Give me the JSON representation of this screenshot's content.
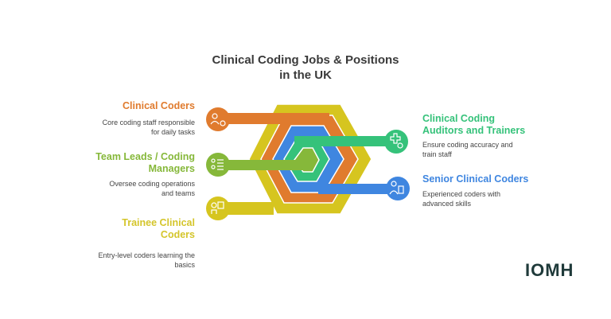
{
  "title_lines": [
    "Clinical Coding Jobs & Positions",
    "in the UK"
  ],
  "items": [
    {
      "title": "Clinical Coders",
      "description_lines": [
        "Core coding staff responsible",
        "for daily tasks"
      ],
      "color": "#E07B2E",
      "icon": "coder-icon"
    },
    {
      "title_lines": [
        "Team Leads / Coding",
        "Managers"
      ],
      "description_lines": [
        "Oversee coding operations",
        "and teams"
      ],
      "color": "#86B83A",
      "icon": "team-list-icon"
    },
    {
      "title_lines": [
        "Trainee Clinical",
        "Coders"
      ],
      "description_lines": [
        "Entry-level coders learning the",
        "basics"
      ],
      "color": "#D6C51F",
      "icon": "trainee-icon"
    },
    {
      "title_lines": [
        "Clinical Coding",
        "Auditors and Trainers"
      ],
      "description_lines": [
        "Ensure coding accuracy and",
        "train staff"
      ],
      "color": "#35C27A",
      "icon": "medical-search-icon"
    },
    {
      "title": "Senior Clinical Coders",
      "description_lines": [
        "Experienced coders with",
        "advanced skills"
      ],
      "color": "#3F86E0",
      "icon": "senior-coder-icon"
    }
  ],
  "logo": {
    "text": "IOMH"
  }
}
